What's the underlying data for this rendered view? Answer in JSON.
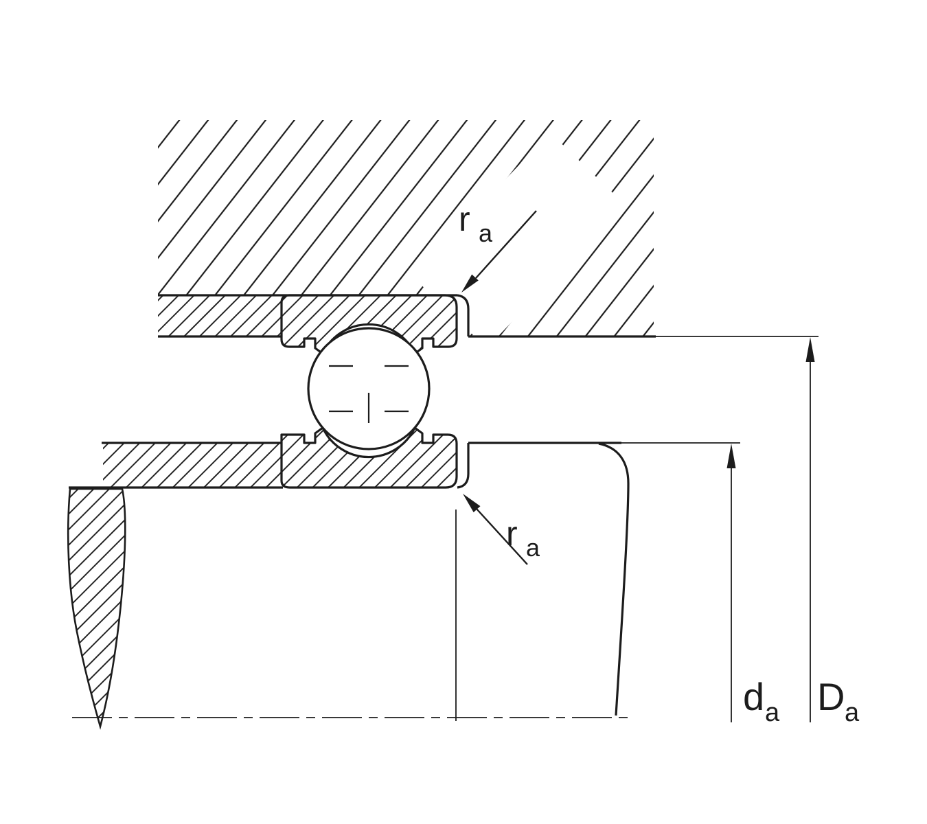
{
  "colors": {
    "background": "#ffffff",
    "line": "#1c1c1c"
  },
  "labels": {
    "ra_top": {
      "base": "r",
      "sub": "a"
    },
    "ra_bottom": {
      "base": "r",
      "sub": "a"
    },
    "da": {
      "base": "d",
      "sub": "a"
    },
    "Da": {
      "base": "D",
      "sub": "a"
    }
  }
}
